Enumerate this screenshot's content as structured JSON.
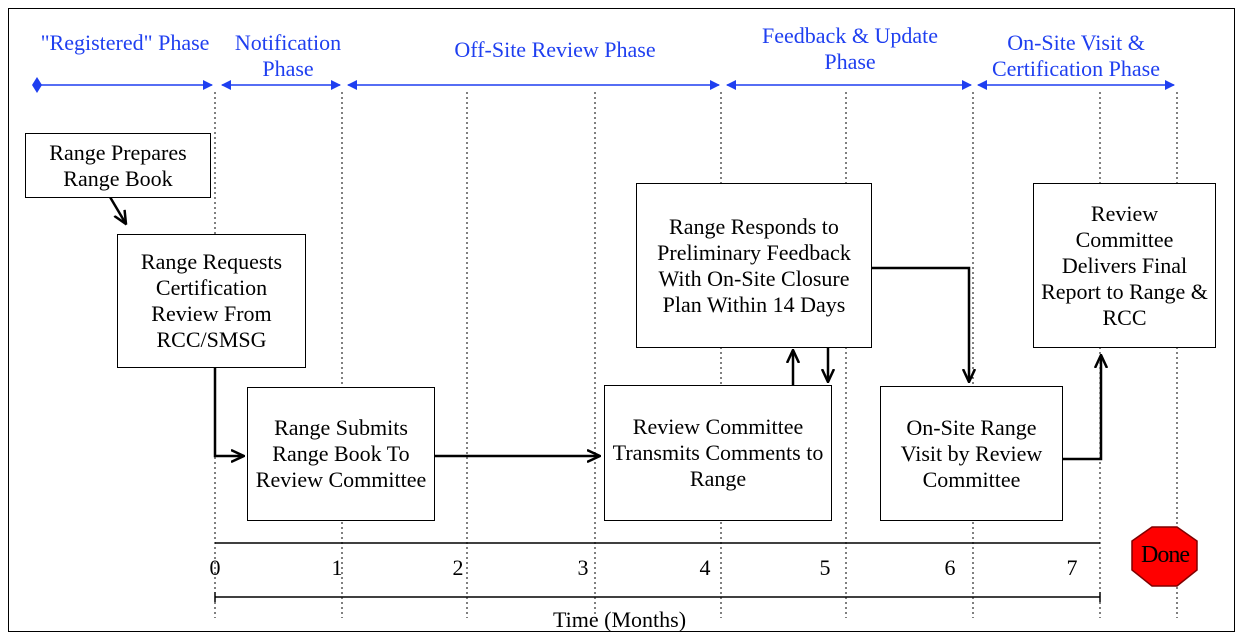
{
  "phases": [
    {
      "id": "registered",
      "label": "\"Registered\" Phase"
    },
    {
      "id": "notification",
      "label": "Notification Phase"
    },
    {
      "id": "offsite",
      "label": "Off-Site Review Phase"
    },
    {
      "id": "feedback",
      "label": "Feedback & Update Phase"
    },
    {
      "id": "onsite",
      "label": "On-Site Visit & Certification Phase"
    }
  ],
  "steps": [
    {
      "id": "prepares",
      "label": "Range Prepares Range Book"
    },
    {
      "id": "requests",
      "label": "Range Requests Certification Review From RCC/SMSG"
    },
    {
      "id": "submits",
      "label": "Range Submits Range Book To Review Committee"
    },
    {
      "id": "transmits",
      "label": "Review Committee Transmits Comments to Range"
    },
    {
      "id": "responds",
      "label": "Range Responds to Preliminary Feedback With On-Site Closure Plan Within 14 Days"
    },
    {
      "id": "visit",
      "label": "On-Site Range Visit by Review Committee"
    },
    {
      "id": "delivers",
      "label": "Review Committee Delivers Final Report to Range & RCC"
    }
  ],
  "axis": {
    "ticks": [
      "0",
      "1",
      "2",
      "3",
      "4",
      "5",
      "6",
      "7"
    ],
    "label": "Time (Months)"
  },
  "end_marker": {
    "label": "Done",
    "fill": "#ff0000",
    "stroke": "#800000"
  },
  "colors": {
    "phase_text": "#1f3ff0",
    "phase_arrow": "#1f3ff0",
    "line": "#000000"
  }
}
